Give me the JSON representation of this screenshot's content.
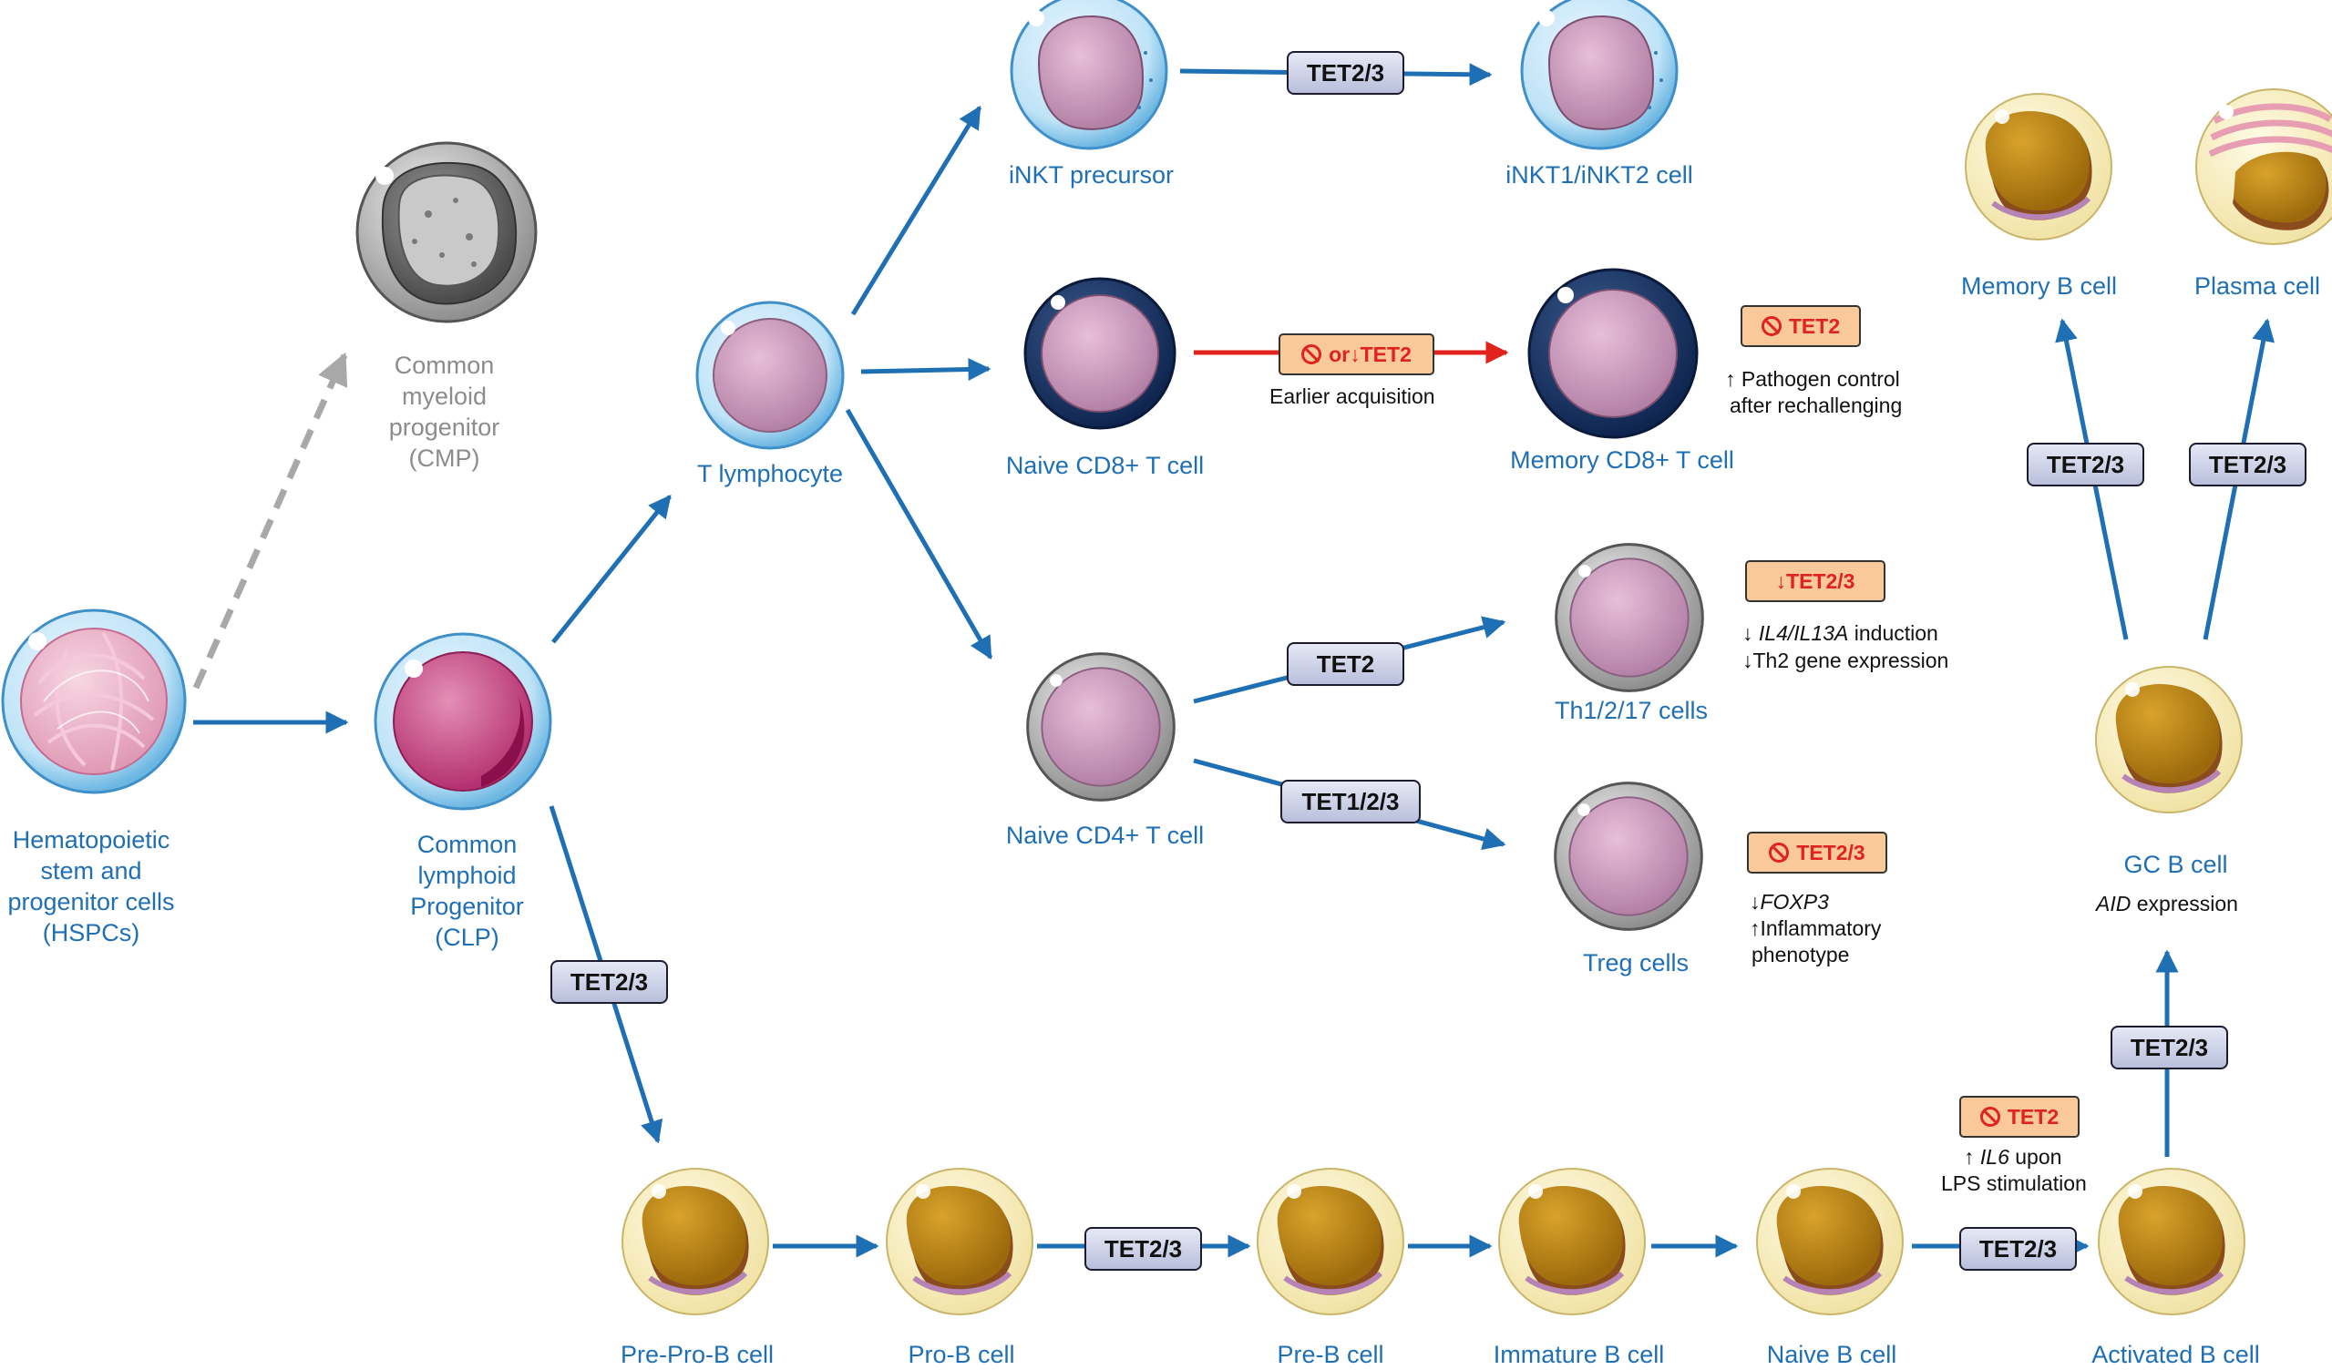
{
  "cells": {
    "hspc": "Hematopoietic\nstem and\nprogenitor cells\n(HSPCs)",
    "cmp": "Common\nmyeloid\nprogenitor\n(CMP)",
    "clp": "Common\nlymphoid\nProgenitor\n(CLP)",
    "t_lymphocyte": "T lymphocyte",
    "inkt_precursor": "iNKT precursor",
    "inkt12": "iNKT1/iNKT2 cell",
    "naive_cd8": "Naive CD8+ T cell",
    "memory_cd8": "Memory CD8+ T cell",
    "naive_cd4": "Naive CD4+ T cell",
    "th": "Th1/2/17 cells",
    "treg": "Treg cells",
    "pre_pro_b": "Pre-Pro-B cell",
    "pro_b": "Pro-B cell",
    "pre_b": "Pre-B cell",
    "immature_b": "Immature B cell",
    "naive_b": "Naive B cell",
    "activated_b": "Activated B cell",
    "gc_b": "GC B cell",
    "memory_b": "Memory B cell",
    "plasma": "Plasma cell"
  },
  "tet_boxes": {
    "inkt": "TET2/3",
    "clp_b": "TET2/3",
    "th": "TET2",
    "treg": "TET1/2/3",
    "prob_preb": "TET2/3",
    "naiveb_act": "TET2/3",
    "act_gc": "TET2/3",
    "gc_mem": "TET2/3",
    "gc_plasma": "TET2/3"
  },
  "inhibitors": {
    "cd8_arrow": {
      "or": "or",
      "down": "↓",
      "label": "TET2"
    },
    "cd8_memory": "TET2",
    "th": {
      "down": "↓",
      "label": "TET2/3"
    },
    "treg": "TET2/3",
    "activated_b": "TET2"
  },
  "notes": {
    "cd8_arrow": "Earlier acquisition",
    "cd8_memory_1": "↑ Pathogen control",
    "cd8_memory_2": "after rechallenging",
    "th_1_arrow": "↓",
    "th_1_gene": "IL4/IL13A",
    "th_1_rest": " induction",
    "th_2": "↓Th2 gene expression",
    "treg_1_arrow": "↓",
    "treg_1_gene": "FOXP3",
    "treg_2": "↑Inflammatory",
    "treg_3": "phenotype",
    "actb_1_arrow": "↑ ",
    "actb_1_gene": "IL6",
    "actb_1_rest": " upon",
    "actb_2": "LPS stimulation",
    "gc_gene": "AID",
    "gc_rest": " expression"
  },
  "colors": {
    "arrow_blue": "#1f6fb5",
    "arrow_red": "#e0231c",
    "arrow_gray": "#a8a8a8",
    "label_blue": "#1f6fb5",
    "label_gray": "#8c8c8c",
    "tet_box": "#c3c8e2",
    "inhibitor_box": "#f9c99a"
  }
}
